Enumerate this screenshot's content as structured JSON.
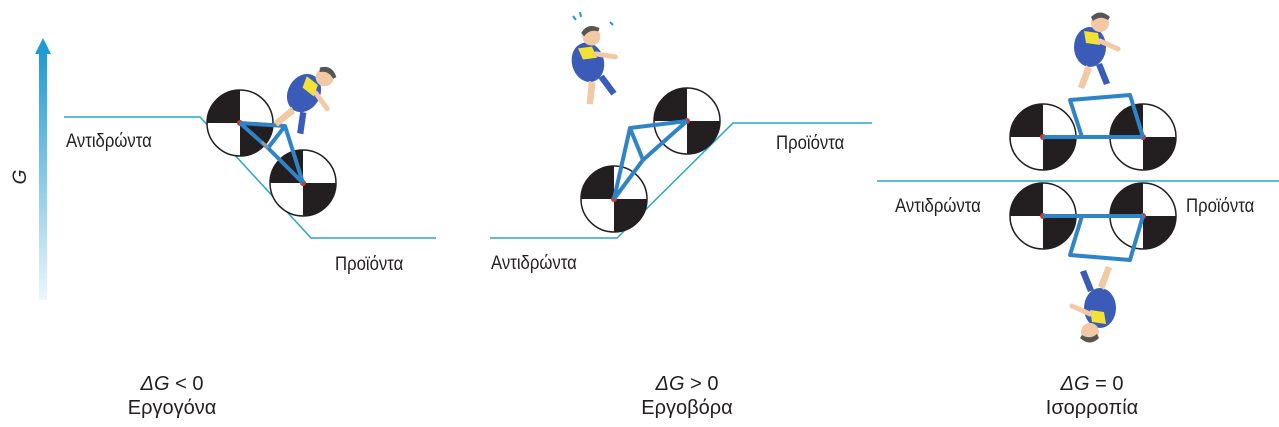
{
  "axis": {
    "label": "G"
  },
  "panels": [
    {
      "reactants": "Αντιδρώντα",
      "products": "Προϊόντα",
      "eq_lhs": "ΔG",
      "eq_op": "<",
      "eq_rhs": "0",
      "name": "Εργογόνα"
    },
    {
      "reactants": "Αντιδρώντα",
      "products": "Προϊόντα",
      "eq_lhs": "ΔG",
      "eq_op": ">",
      "eq_rhs": "0",
      "name": "Εργοβόρα"
    },
    {
      "reactants": "Αντιδρώντα",
      "products": "Προϊόντα",
      "eq_lhs": "ΔG",
      "eq_op": "=",
      "eq_rhs": "0",
      "name": "Ισορροπία"
    }
  ],
  "colors": {
    "line": "#2aa5c9",
    "arrow_top": "#1e9ad6",
    "jersey": "#3a5bb8",
    "jersey_yellow": "#f2e233",
    "frame": "#2f83c7"
  }
}
